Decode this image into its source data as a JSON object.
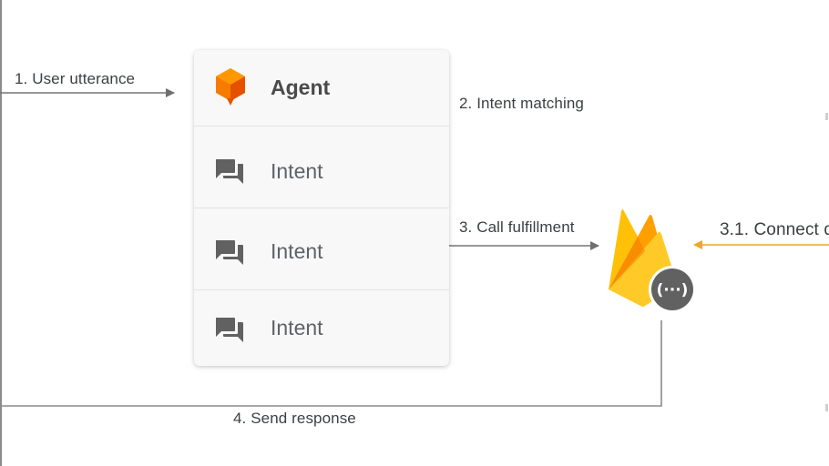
{
  "labels": {
    "user_utterance": "1. User utterance",
    "intent_matching": "2. Intent matching",
    "call_fulfillment": "3. Call fulfillment",
    "connect": "3.1. Connect d",
    "send_response": "4. Send response"
  },
  "agent_card": {
    "agent_label": "Agent",
    "intents": [
      {
        "label": "Intent"
      },
      {
        "label": "Intent"
      },
      {
        "label": "Intent"
      }
    ]
  },
  "icons": {
    "agent": "dialogflow-agent-icon",
    "intent": "chat-bubbles-icon",
    "fulfillment": "firebase-cloud-functions-icon"
  },
  "colors": {
    "arrow_gray": "#757575",
    "arrow_orange": "#f0a42a",
    "agent_orange": "#f57c00",
    "firebase_yellow": "#ffca28",
    "firebase_orange": "#ffa000",
    "firebase_dark": "#f57c00",
    "functions_badge": "#616161"
  }
}
